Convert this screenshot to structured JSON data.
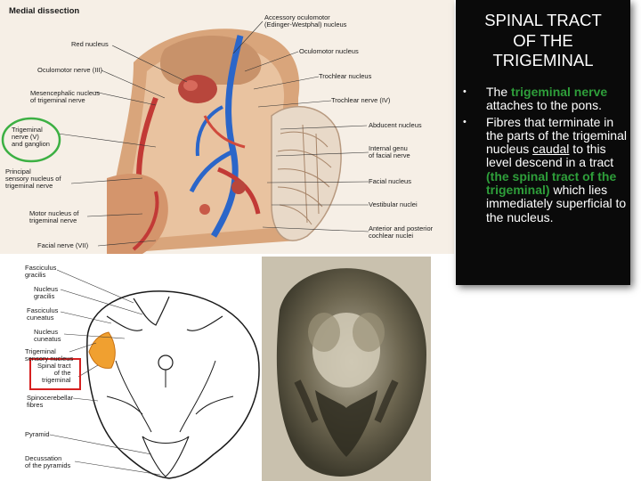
{
  "figure_top": {
    "title": "Medial dissection",
    "labels": {
      "accessory": "Accessory oculomotor\n(Edinger-Westphal) nucleus",
      "red_nucleus": "Red nucleus",
      "oculomotor_nucleus": "Oculomotor nucleus",
      "oculomotor_nerve": "Oculomotor nerve (III)",
      "trochlear_nucleus": "Trochlear nucleus",
      "mesencephalic": "Mesencephalic nucleus\nof trigeminal nerve",
      "trochlear_nerve": "Trochlear nerve (IV)",
      "trigeminal_nerve": "Trigeminal\nnerve (V)\nand ganglion",
      "abducent": "Abducent nucleus",
      "internal_genu": "Internal genu\nof facial nerve",
      "principal": "Principal\nsensory nucleus of\ntrigeminal nerve",
      "facial_nucleus": "Facial nucleus",
      "vestibular": "Vestibular nuclei",
      "motor": "Motor nucleus of\ntrigeminal nerve",
      "cochlear": "Anterior and posterior\ncochlear nuclei",
      "facial_nerve": "Facial nerve (VII)"
    }
  },
  "figure_left": {
    "labels": {
      "fasciculus_gracilis": "Fasciculus\ngracilis",
      "nucleus_gracilis": "Nucleus\ngracilis",
      "fasciculus_cuneatus": "Fasciculus\ncuneatus",
      "nucleus_cuneatus": "Nucleus\ncuneatus",
      "trigeminal_sensory": "Trigeminal\nsensory nucleus",
      "spinal_tract": "Spinal tract\nof the\ntrigeminal",
      "spinocerebellar": "Spinocerebellar\nfibres",
      "pyramid": "Pyramid",
      "decussation": "Decussation\nof the pyramids"
    }
  },
  "textbox": {
    "title": "SPINAL TRACT\nOF THE\nTRIGEMINAL",
    "bullet_char": "•",
    "bullet1": {
      "pre": "The ",
      "highlight": "trigeminal nerve",
      "post": " attaches to the pons."
    },
    "bullet2": {
      "pre": "Fibres that terminate in the parts of the trigeminal nucleus ",
      "underlined": "caudal",
      "mid": " to this level descend in a tract ",
      "highlight": "(the spinal tract of the trigeminal)",
      "post": " which lies immediately superficial to the nucleus."
    }
  },
  "colors": {
    "highlight_green": "#2e9e3a",
    "circle_green": "#3cb043",
    "box_red": "#d62020",
    "tract_orange": "#f0a030",
    "text_panel": "#0a0a0a"
  }
}
